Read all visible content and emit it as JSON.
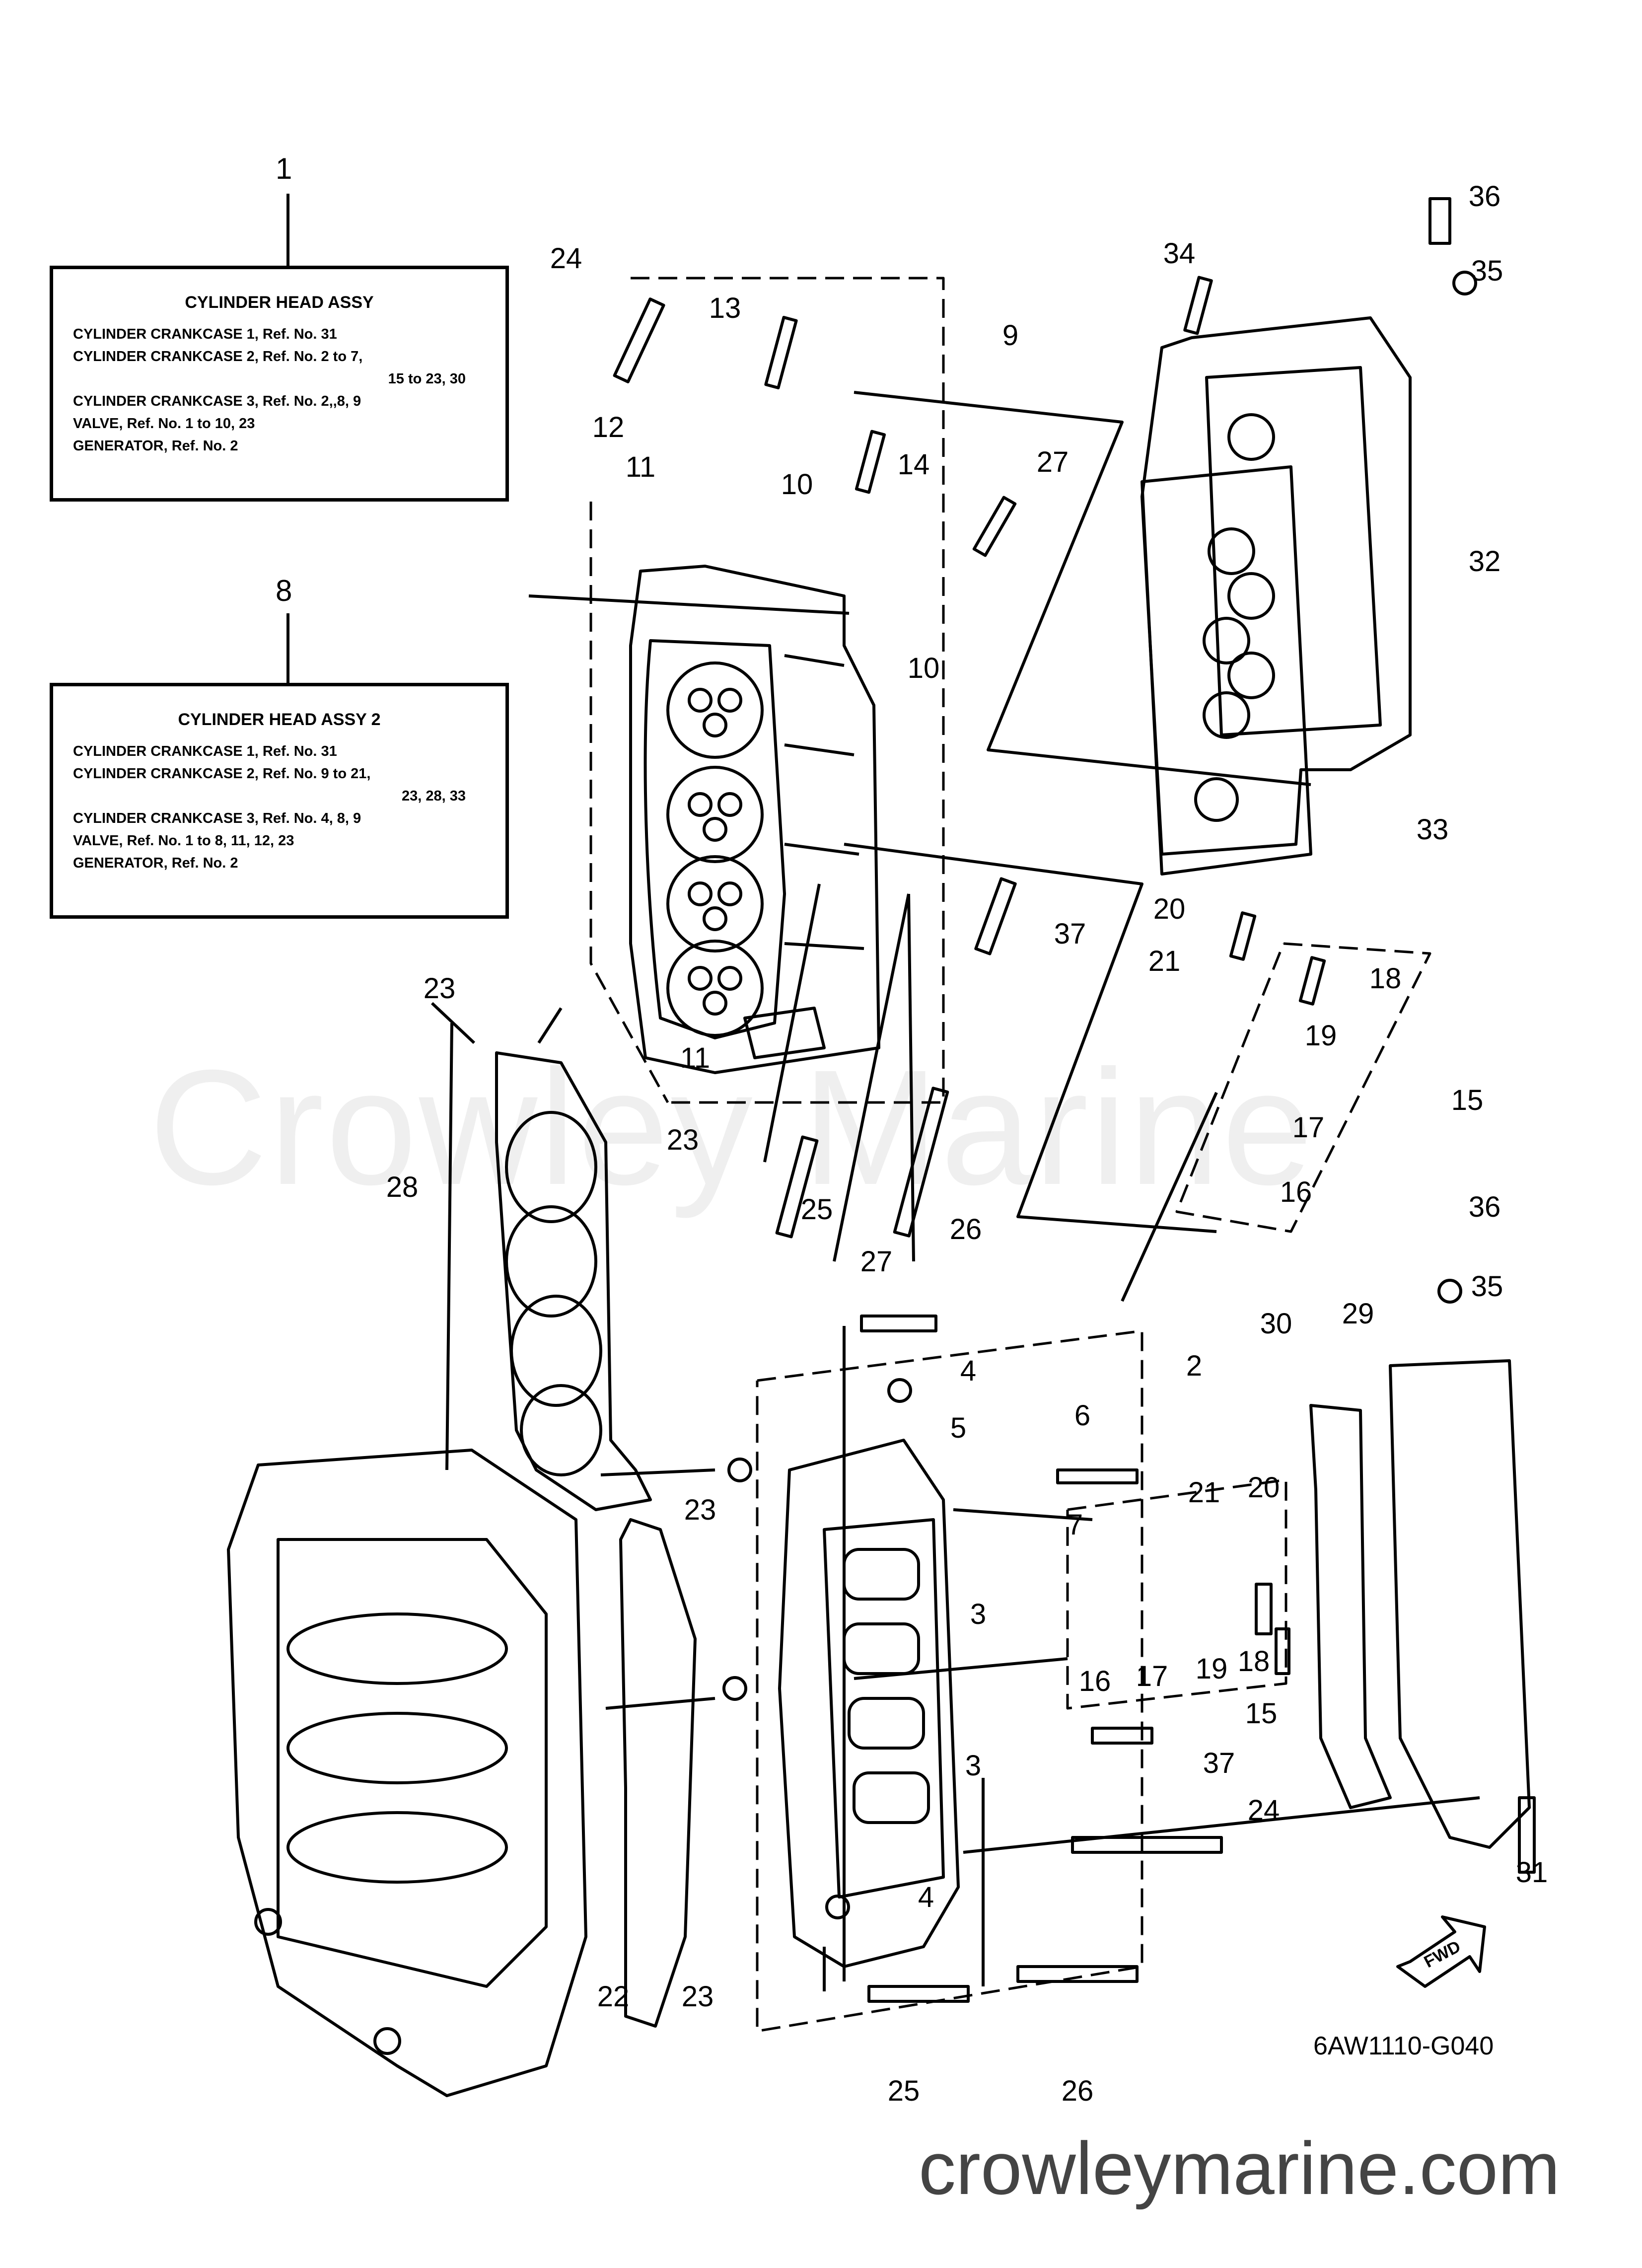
{
  "boxes": {
    "box1": {
      "num": "1",
      "title": "CYLINDER HEAD ASSY",
      "lines": [
        {
          "t": "CYLINDER CRANKCASE 1, Ref. No. 31",
          "ind": false
        },
        {
          "t": "CYLINDER CRANKCASE 2, Ref. No. 2 to 7,",
          "ind": false
        },
        {
          "t": "15 to 23, 30",
          "ind": true
        },
        {
          "t": "CYLINDER CRANKCASE 3, Ref. No. 2,,8, 9",
          "ind": false
        },
        {
          "t": "VALVE, Ref. No. 1 to 10, 23",
          "ind": false
        },
        {
          "t": "GENERATOR, Ref. No. 2",
          "ind": false
        }
      ]
    },
    "box8": {
      "num": "8",
      "title": "CYLINDER HEAD ASSY 2",
      "lines": [
        {
          "t": "CYLINDER CRANKCASE 1, Ref. No. 31",
          "ind": false
        },
        {
          "t": "CYLINDER CRANKCASE 2, Ref. No. 9 to 21,",
          "ind": false
        },
        {
          "t": "23, 28, 33",
          "ind": true
        },
        {
          "t": "CYLINDER CRANKCASE 3, Ref. No. 4, 8, 9",
          "ind": false
        },
        {
          "t": "VALVE, Ref. No. 1 to 8, 11, 12, 23",
          "ind": false
        },
        {
          "t": "GENERATOR, Ref. No. 2",
          "ind": false
        }
      ]
    }
  },
  "callouts": [
    "24",
    "13",
    "9",
    "12",
    "14",
    "27",
    "11",
    "10",
    "10",
    "37",
    "23",
    "23",
    "28",
    "11",
    "25",
    "26",
    "36",
    "34",
    "35",
    "32",
    "33",
    "20",
    "21",
    "18",
    "19",
    "15",
    "17",
    "16",
    "36",
    "35",
    "27",
    "2",
    "4",
    "5",
    "6",
    "7",
    "21",
    "20",
    "30",
    "29",
    "23",
    "3",
    "16",
    "17",
    "19",
    "18",
    "15",
    "37",
    "3",
    "24",
    "31",
    "22",
    "23",
    "4",
    "25",
    "26"
  ],
  "fwd": "FWD",
  "code": "6AW1110-G040",
  "watermark": "Crowley Marine",
  "site": "crowleymarine.com"
}
